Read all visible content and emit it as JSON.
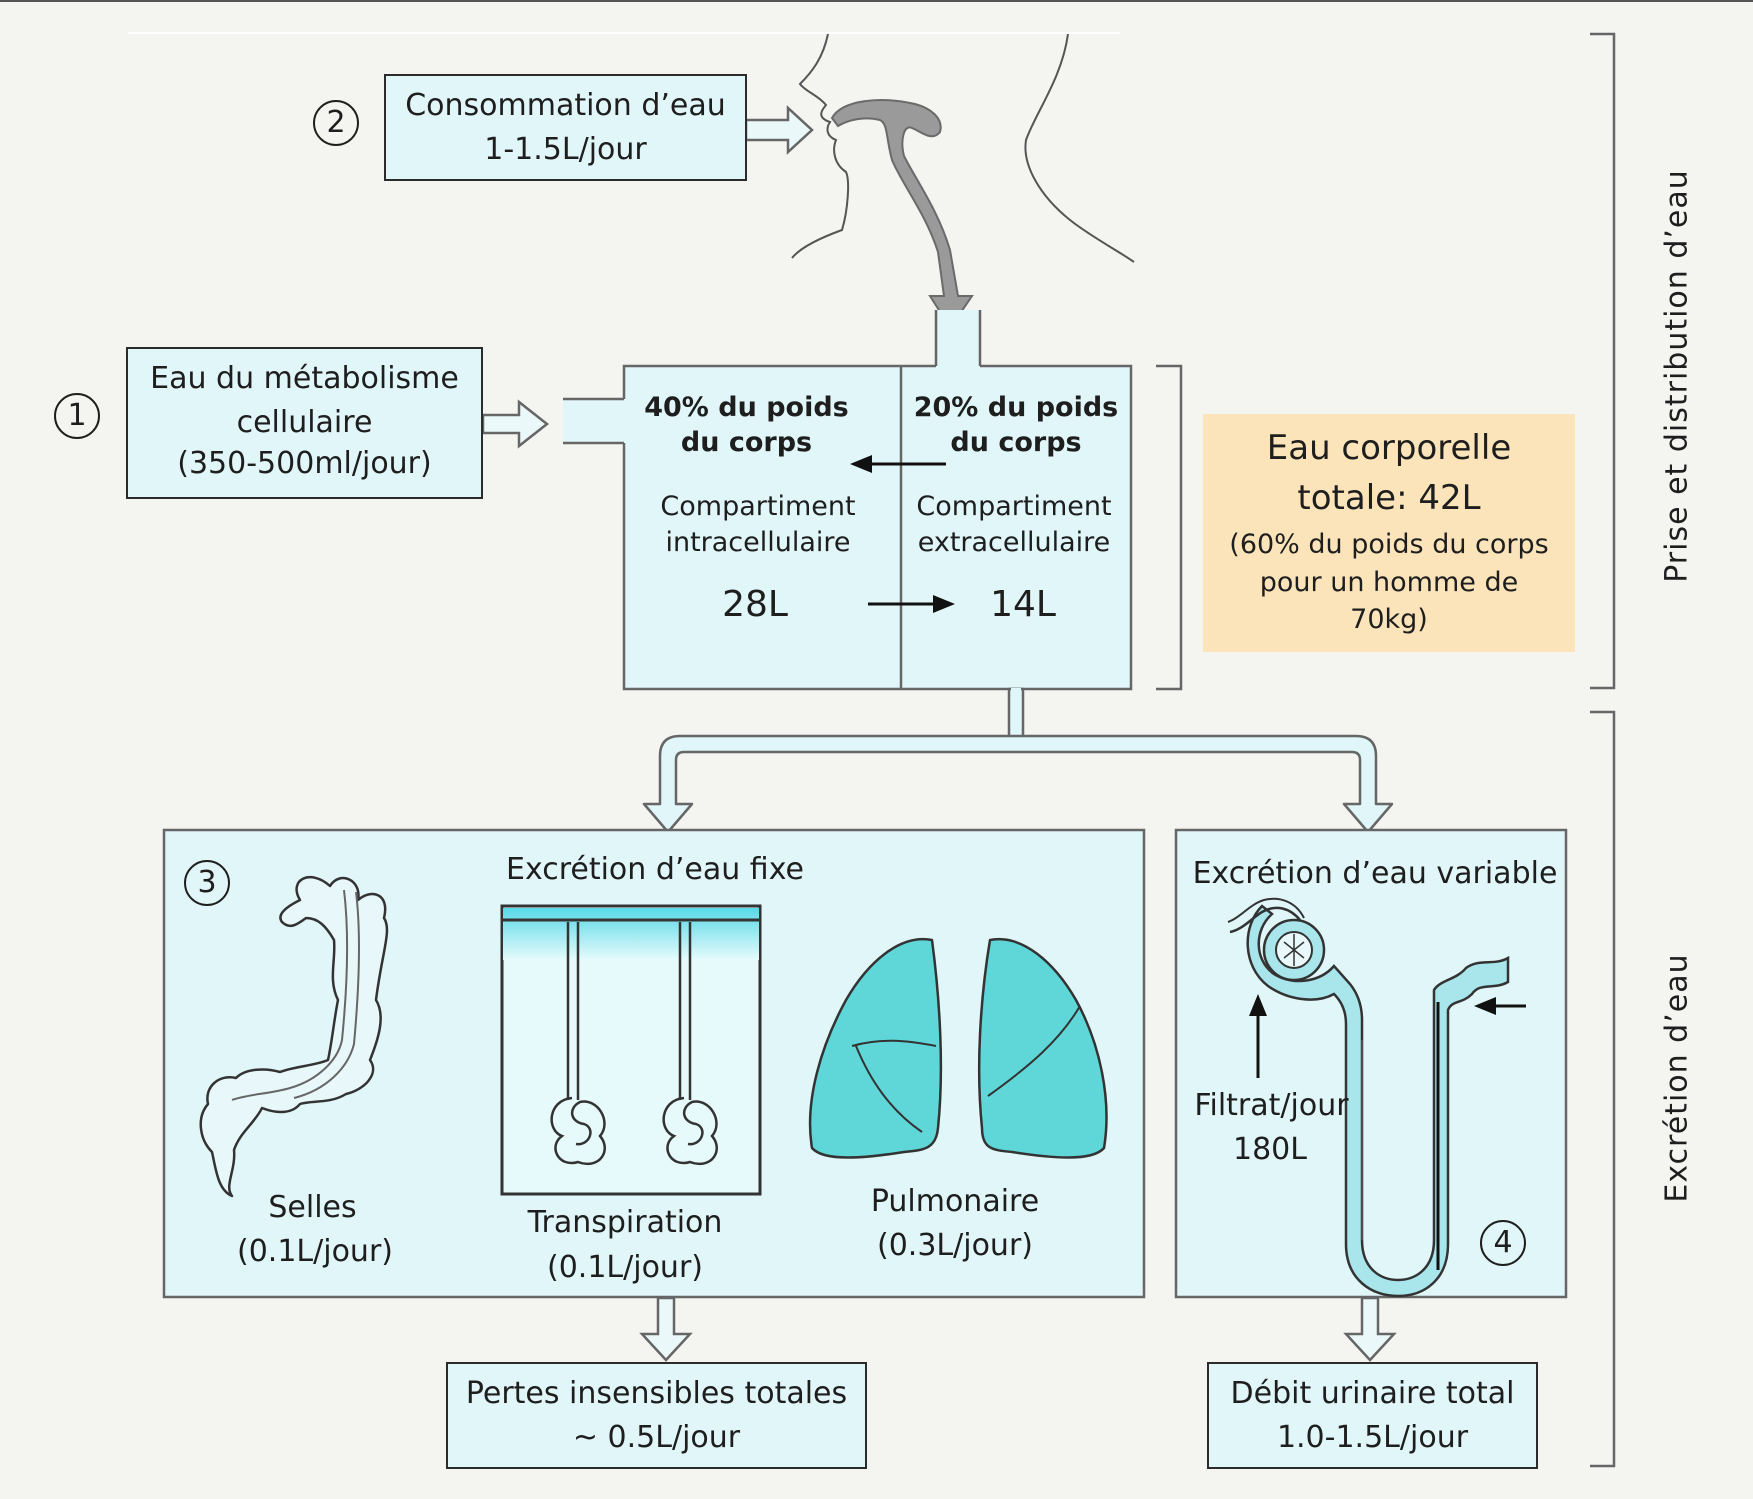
{
  "intake": {
    "label": "Consommation d’eau",
    "value": "1-1.5L/jour",
    "number": "2"
  },
  "metabolism": {
    "label_line1": "Eau du métabolisme",
    "label_line2": "cellulaire",
    "value": "(350-500ml/jour)",
    "number": "1"
  },
  "compartments": {
    "intra": {
      "percent_line1": "40% du poids",
      "percent_line2": "du corps",
      "name_line1": "Compartiment",
      "name_line2": "intracellulaire",
      "volume": "28L"
    },
    "extra": {
      "percent_line1": "20% du poids",
      "percent_line2": "du corps",
      "name_line1": "Compartiment",
      "name_line2": "extracellulaire",
      "volume": "14L"
    }
  },
  "total_water": {
    "line1": "Eau corporelle",
    "line2": "totale: 42L",
    "note_line1": "(60% du poids du corps",
    "note_line2": "pour un homme de",
    "note_line3": "70kg)"
  },
  "fixed_excretion": {
    "number": "3",
    "title": "Excrétion d’eau fixe",
    "items": [
      {
        "label": "Selles",
        "value": "(0.1L/jour)"
      },
      {
        "label": "Transpiration",
        "value": "(0.1L/jour)"
      },
      {
        "label": "Pulmonaire",
        "value": "(0.3L/jour)"
      }
    ]
  },
  "variable_excretion": {
    "number": "4",
    "title": "Excrétion d’eau variable",
    "filtrate_label": "Filtrat/jour",
    "filtrate_value": "180L"
  },
  "insensible_losses": {
    "line1": "Pertes insensibles totales",
    "line2": "~ 0.5L/jour"
  },
  "urine_output": {
    "line1": "Débit urinaire total",
    "line2": "1.0-1.5L/jour"
  },
  "side_labels": {
    "top": "Prise et distribution d’eau",
    "bottom": "Excrétion d’eau"
  },
  "colors": {
    "box_fill": "#e1f6f8",
    "total_fill": "#fbe4b9",
    "lung_fill": "#5fd7d9",
    "kidney_fill": "#a8e6ec"
  }
}
